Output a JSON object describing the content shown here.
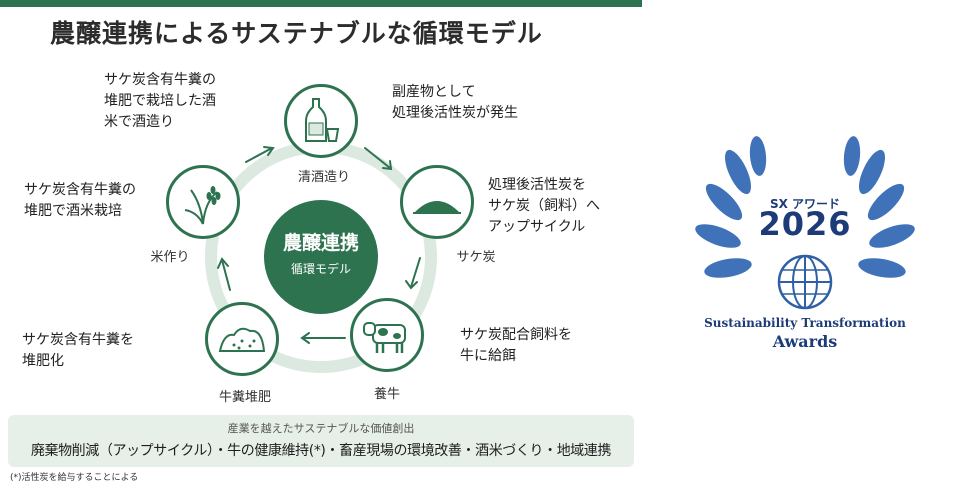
{
  "title": "農醸連携によるサステナブルな循環モデル",
  "center": {
    "main": "農醸連携",
    "sub": "循環モデル"
  },
  "nodes": [
    {
      "label": "清酒造り",
      "icon": "sake-bottle-icon"
    },
    {
      "label": "サケ炭",
      "icon": "charcoal-pile-icon"
    },
    {
      "label": "養牛",
      "icon": "cow-icon"
    },
    {
      "label": "牛糞堆肥",
      "icon": "compost-icon"
    },
    {
      "label": "米作り",
      "icon": "rice-plant-icon"
    }
  ],
  "descriptions": [
    {
      "lines": [
        "サケ炭含有牛糞の",
        "堆肥で栽培した酒",
        "米で酒造り"
      ]
    },
    {
      "lines": [
        "副産物として",
        "処理後活性炭が発生"
      ]
    },
    {
      "lines": [
        "処理後活性炭を",
        "サケ炭（飼料）へ",
        "アップサイクル"
      ]
    },
    {
      "lines": [
        "サケ炭配合飼料を",
        "牛に給餌"
      ]
    },
    {
      "lines": [
        "サケ炭含有牛糞を",
        "堆肥化"
      ]
    },
    {
      "lines": [
        "サケ炭含有牛糞の",
        "堆肥で酒米栽培"
      ]
    }
  ],
  "value_panel": {
    "heading": "産業を越えたサステナブルな価値創出",
    "body": "廃棄物削減（アップサイクル）・牛の健康維持(*)・畜産現場の環境改善・酒米づくり・地域連携"
  },
  "footnote": "(*)活性炭を給与することによる",
  "award": {
    "badge": "SX アワード",
    "year": "2026",
    "line1": "Sustainability Transformation",
    "line2": "Awards"
  },
  "colors": {
    "primary_green": "#2e7350",
    "light_green": "#dce9e0",
    "award_blue": "#1c3b78",
    "laurel_blue": "#3f72b8"
  }
}
